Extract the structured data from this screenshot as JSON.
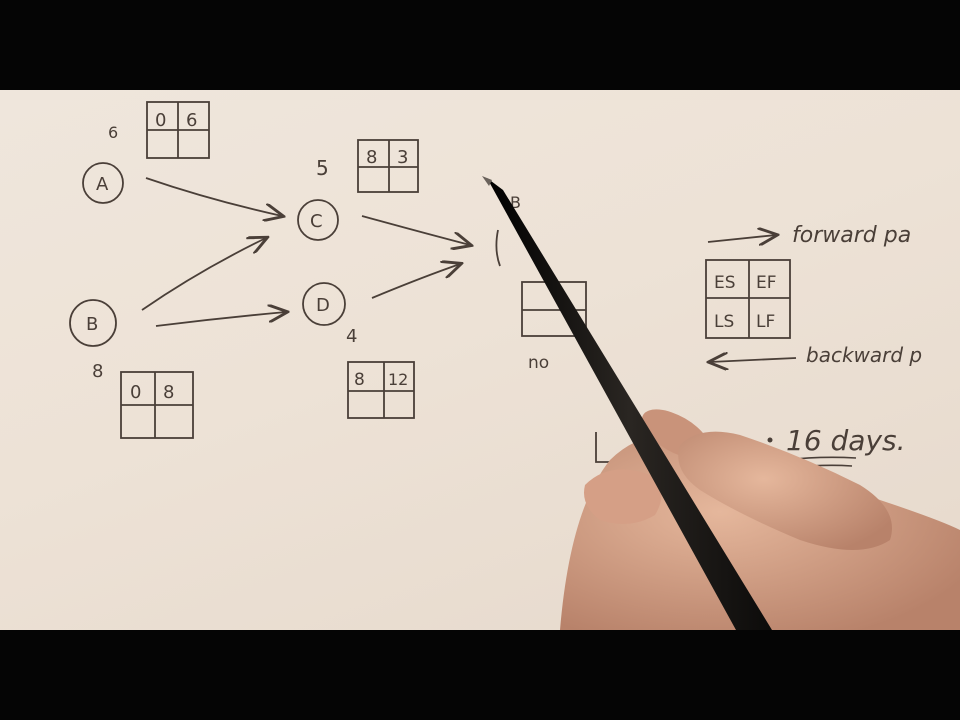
{
  "nodes": {
    "a": {
      "label": "A",
      "duration": "6",
      "es": "0",
      "ef": "6"
    },
    "b": {
      "label": "B",
      "duration": "8",
      "es": "0",
      "ef": "8"
    },
    "c": {
      "label": "C",
      "duration": "5",
      "es": "8",
      "ef": "3"
    },
    "d": {
      "label": "D",
      "duration": "4",
      "es": "8",
      "ef": "12"
    }
  },
  "partial_node": {
    "label_fragment": "B"
  },
  "legend": {
    "es": "ES",
    "ef": "EF",
    "ls": "LS",
    "lf": "LF",
    "forward_label": "forward pa",
    "backward_label": "backward p"
  },
  "partial_note": "no",
  "total_duration": "16 days.",
  "colors": {
    "paper": "#ede2d6",
    "ink": "#4a3f38",
    "pen": "#141210",
    "skin": "#d9a88c"
  }
}
